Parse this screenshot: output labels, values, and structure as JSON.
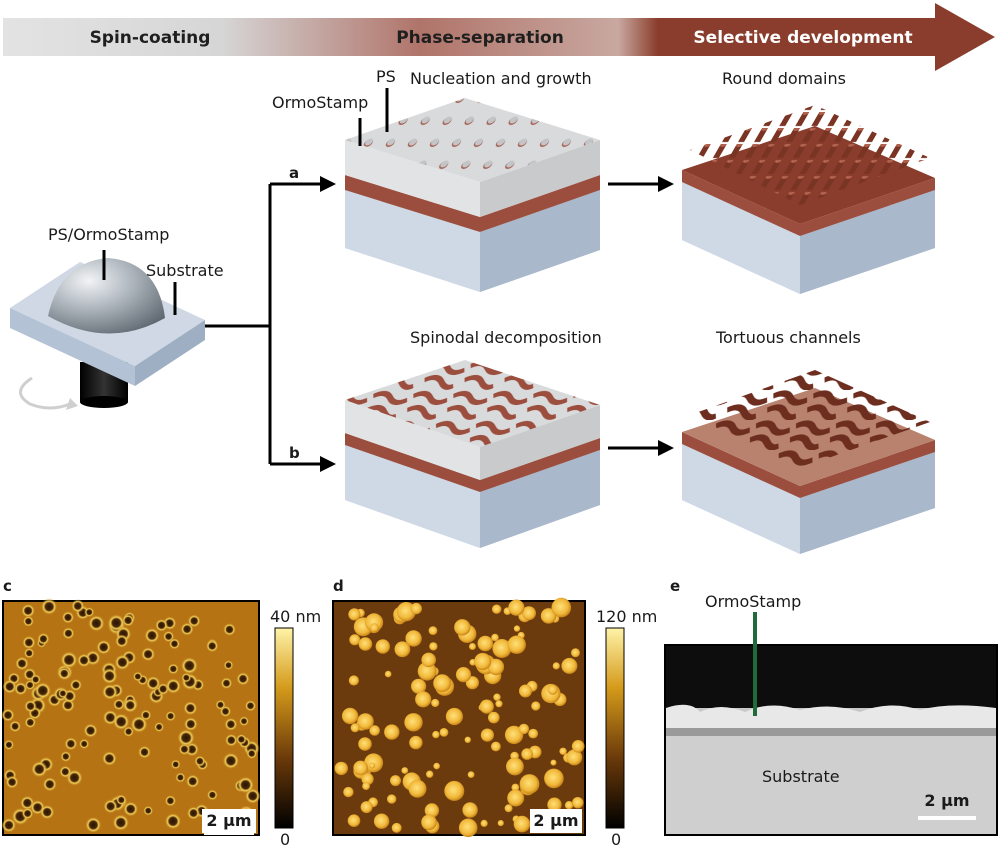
{
  "stages": {
    "spin": "Spin-coating",
    "phase": "Phase-separation",
    "develop": "Selective development"
  },
  "labels": {
    "ps_ormo": "PS/OrmoStamp",
    "substrate": "Substrate",
    "ormostamp": "OrmoStamp",
    "ps": "PS",
    "nucleation": "Nucleation and growth",
    "round": "Round domains",
    "spinodal": "Spinodal decomposition",
    "tortuous": "Tortuous channels",
    "path_a": "a",
    "path_b": "b"
  },
  "panels": {
    "c": {
      "letter": "c",
      "cb_max": "40 nm",
      "cb_min": "0",
      "scale": "2 µm"
    },
    "d": {
      "letter": "d",
      "cb_max": "120 nm",
      "cb_min": "0",
      "scale": "2 µm"
    },
    "e": {
      "letter": "e",
      "ormostamp": "OrmoStamp",
      "substrate": "Substrate",
      "scale": "2 µm"
    }
  },
  "colors": {
    "ormostamp": "#9c4e3e",
    "ps": "#d9dadb",
    "substrate": "#c3cfde",
    "arrow_dark": "#8a3d2c"
  }
}
